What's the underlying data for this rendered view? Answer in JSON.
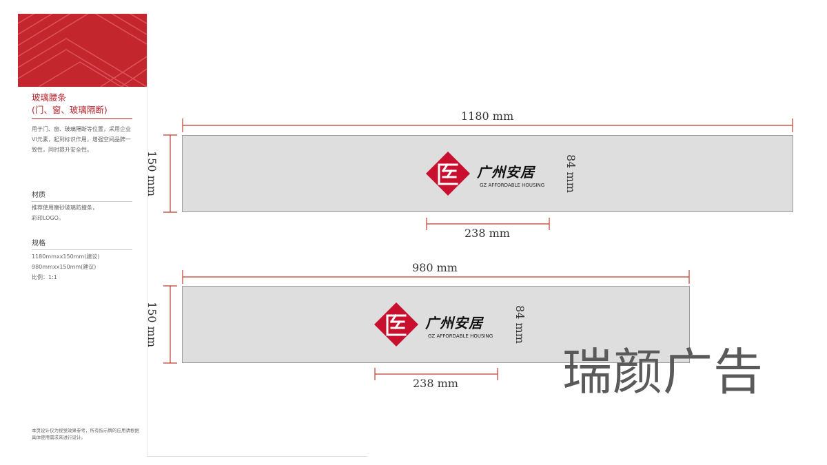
{
  "sidebar": {
    "section_title_1": "玻璃腰条",
    "section_title_2": "(门、窗、玻璃隔断)",
    "description": "用于门、窗、玻璃隔断等位置，采用企业VI元素，起到标识作用，增强空间品牌一致性，同时提升安全性。",
    "material_title": "材质",
    "material_text_1": "推荐使用磨砂玻璃防撞条，",
    "material_text_2": "彩印LOGO。",
    "spec_title": "规格",
    "spec_1": "1180mmxx150mm(建议)",
    "spec_2": "980mmxx150mm(建议)",
    "spec_3": "比例：1:1",
    "footnote": "本页设计仅为视觉效果参考，所有指示牌的应用请根据具体使用需求来进行设计。"
  },
  "drawing_1": {
    "width_label": "1180 mm",
    "height_label": "150 mm",
    "logo_height_label": "84 mm",
    "logo_width_label": "238 mm"
  },
  "drawing_2": {
    "width_label": "980 mm",
    "height_label": "150 mm",
    "logo_height_label": "84 mm",
    "logo_width_label": "238 mm"
  },
  "logo": {
    "name_cn": "广州安居",
    "name_en": "GZ AFFORDABLE HOUSING",
    "color": "#c8102e"
  },
  "watermark": "瑞颜广告",
  "colors": {
    "accent_red": "#b5232c",
    "dimension_red": "#c0392b",
    "panel_fill": "#dedede"
  }
}
